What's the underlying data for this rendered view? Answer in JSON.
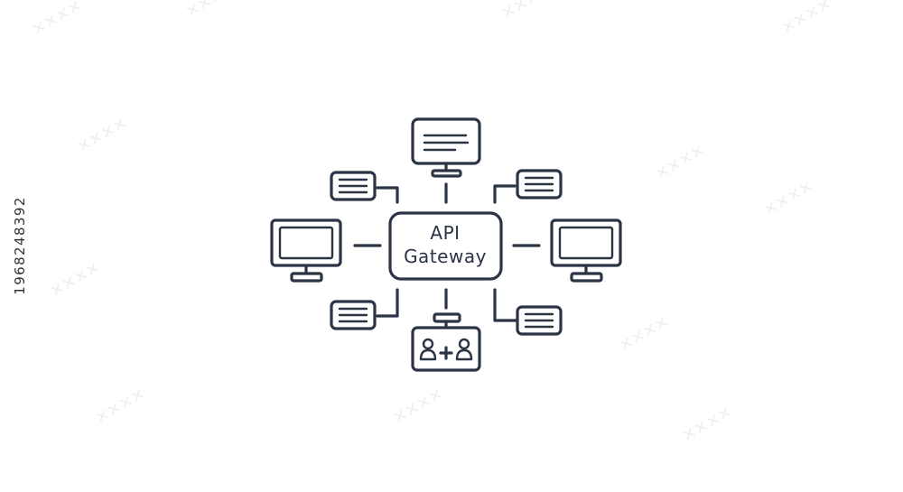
{
  "diagram": {
    "gateway": {
      "line1": "API",
      "line2": "Gateway"
    },
    "nodes": [
      {
        "id": "top",
        "icon": "monitor-icon"
      },
      {
        "id": "left",
        "icon": "monitor-icon"
      },
      {
        "id": "right",
        "icon": "monitor-icon"
      },
      {
        "id": "bottom",
        "icon": "user-group-icon"
      },
      {
        "id": "upper-left",
        "icon": "message-card-icon"
      },
      {
        "id": "upper-right",
        "icon": "message-card-icon"
      },
      {
        "id": "lower-left",
        "icon": "message-card-icon"
      },
      {
        "id": "lower-right",
        "icon": "message-card-icon"
      }
    ],
    "stroke_color": "#2b3445",
    "background_color": "#ffffff"
  },
  "stock_id": "1968248392"
}
